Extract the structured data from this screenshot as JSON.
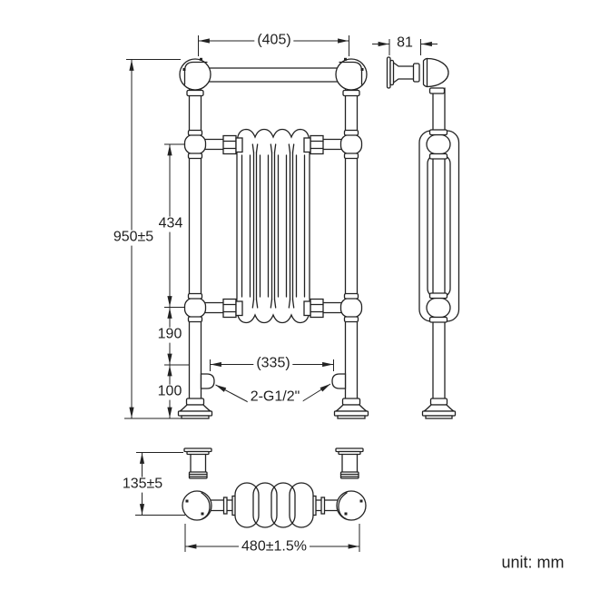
{
  "drawing": {
    "unit_note": "unit: mm",
    "front_view": {
      "width_top": "(405)",
      "height_overall": "950±5",
      "height_radiator": "434",
      "gap_lower": "190",
      "height_inlet": "100",
      "inlet_spacing": "(335)",
      "thread_label": "2-G1/2\""
    },
    "side_view": {
      "wall_distance": "81"
    },
    "plan_view": {
      "depth": "135±5",
      "width_overall": "480±1.5%"
    }
  },
  "colors": {
    "line": "#222222",
    "background": "#ffffff"
  }
}
